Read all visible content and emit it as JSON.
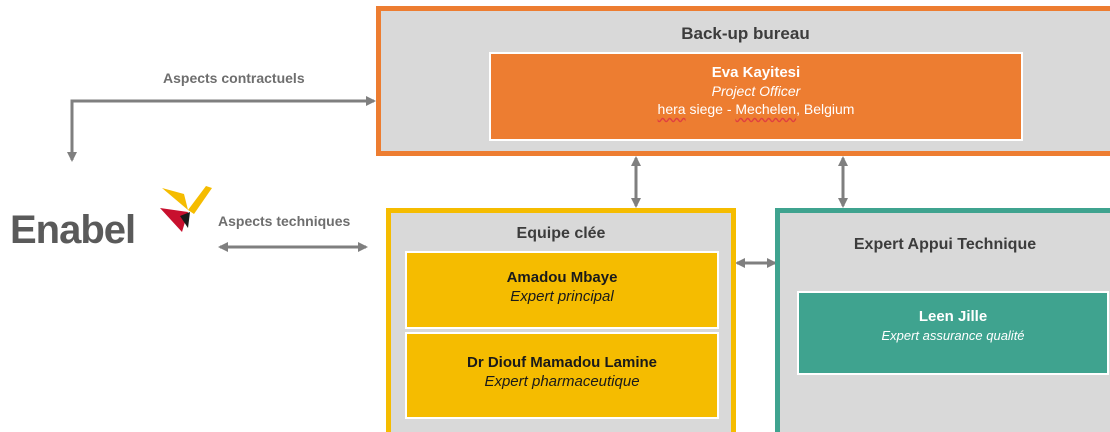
{
  "backup": {
    "title": "Back-up bureau",
    "person": {
      "name": "Eva Kayitesi",
      "role": "Project Officer",
      "org_part1": "hera",
      "org_part2": " siege - ",
      "org_part3": "Mechelen",
      "org_part4": ", Belgium"
    }
  },
  "team": {
    "title": "Equipe clée",
    "members": [
      {
        "name": "Amadou Mbaye",
        "role": "Expert principal"
      },
      {
        "name": "Dr Diouf Mamadou Lamine",
        "role": "Expert pharmaceutique"
      }
    ]
  },
  "support": {
    "title": "Expert Appui Technique",
    "member": {
      "name": "Leen Jille",
      "role": "Expert assurance qualité"
    }
  },
  "logo": {
    "text": "Enabel"
  },
  "labels": {
    "contract": "Aspects contractuels",
    "technical": "Aspects techniques"
  },
  "colors": {
    "orange": "#ed7d31",
    "gold": "#f5bc00",
    "teal": "#3fa38f",
    "container_gray": "#d9d9d9",
    "arrow_gray": "#7f7f7f"
  }
}
